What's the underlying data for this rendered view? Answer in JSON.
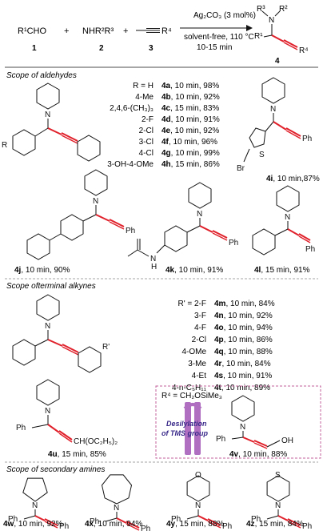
{
  "scheme": {
    "r1cho": "R¹CHO",
    "plus1": "+",
    "nhr2r3": "NHR²R³",
    "plus2": "+",
    "alkyne_sub": "R⁴",
    "num1": "1",
    "num2": "2",
    "num3": "3",
    "num4": "4",
    "condition_catalyst": "Ag₂CO₃ (3 mol%)",
    "condition_solvent": "solvent-free, 110 °C",
    "condition_time": "10-15 min",
    "prod_r1": "R¹",
    "prod_r2": "R²",
    "prod_r3": "R³",
    "prod_r4": "R⁴",
    "prod_n": "N"
  },
  "section1": {
    "title": "Scope of aldehydes",
    "substituent_header": "R = H",
    "rows": [
      {
        "sub": "R = H",
        "id": "4a",
        "cond": ", 10 min, 98%"
      },
      {
        "sub": "4-Me",
        "id": "4b",
        "cond": ", 10 min, 92%"
      },
      {
        "sub": "2,4,6-(CH₃)₃",
        "id": "4c",
        "cond": ", 15 min, 83%"
      },
      {
        "sub": "2-F",
        "id": "4d",
        "cond": ", 10 min, 91%"
      },
      {
        "sub": "2-Cl",
        "id": "4e",
        "cond": ", 10 min, 92%"
      },
      {
        "sub": "3-Cl",
        "id": "4f",
        "cond": ", 10 min, 96%"
      },
      {
        "sub": "4-Cl",
        "id": "4g",
        "cond": ", 10 min, 99%"
      },
      {
        "sub": "3-OH-4-OMe",
        "id": "4h",
        "cond": ", 15 min, 86%"
      }
    ],
    "r_label": "R",
    "ph": "Ph",
    "br": "Br",
    "s": "S",
    "n": "N",
    "h": "H",
    "p4i": {
      "id": "4i",
      "cond": ", 10 min,87%"
    },
    "p4j": {
      "id": "4j",
      "cond": ", 10 min, 90%"
    },
    "p4k": {
      "id": "4k",
      "cond": ", 10 min, 91%"
    },
    "p4l": {
      "id": "4l",
      "cond": ", 15 min, 91%"
    }
  },
  "section2": {
    "title": "Scope ofterminal alkynes",
    "r_label": "R'",
    "rows": [
      {
        "sub": "R'  =  2-F",
        "id": "4m",
        "cond": ", 10 min, 84%"
      },
      {
        "sub": "3-F",
        "id": "4n",
        "cond": ", 10 min, 92%"
      },
      {
        "sub": "4-F",
        "id": "4o",
        "cond": ", 10 min, 94%"
      },
      {
        "sub": "2-Cl",
        "id": "4p",
        "cond": ", 10 min, 86%"
      },
      {
        "sub": "4-OMe",
        "id": "4q",
        "cond": ", 10 min, 88%"
      },
      {
        "sub": "3-Me",
        "id": "4r",
        "cond": ", 10 min, 84%"
      },
      {
        "sub": "4-Et",
        "id": "4s",
        "cond": ", 10 min, 91%"
      },
      {
        "sub": "4-n-C₅H₁₁",
        "id": "4t",
        "cond": ",  10 min, 89%"
      }
    ],
    "p4u": {
      "id": "4u",
      "cond": ", 15 min, 85%",
      "group": "CH(OC₂H₅)₂",
      "ph": "Ph"
    },
    "p4v": {
      "id": "4v",
      "cond": ", 10 min, 88%",
      "r4": "R⁴ = CH₂OSiMe₃",
      "desilylation1": "Desilylation",
      "desilylation2": "of TMS group",
      "oh": "OH",
      "ph": "Ph"
    }
  },
  "section3": {
    "title": "Scope of secondary amines",
    "ph": "Ph",
    "n": "N",
    "o": "O",
    "s": "S",
    "p4w": {
      "id": "4w",
      "cond": ", 10 min, 92%"
    },
    "p4x": {
      "id": "4x",
      "cond": ", 10 min, 94%"
    },
    "p4y": {
      "id": "4y",
      "cond": ", 15 min, 88%"
    },
    "p4z": {
      "id": "4z",
      "cond": ", 15 min, 84%"
    }
  },
  "colors": {
    "highlight": "#e0202a",
    "box": "#c0609a",
    "text_purple": "#3a2a8a",
    "fork": "#b06fc0"
  }
}
